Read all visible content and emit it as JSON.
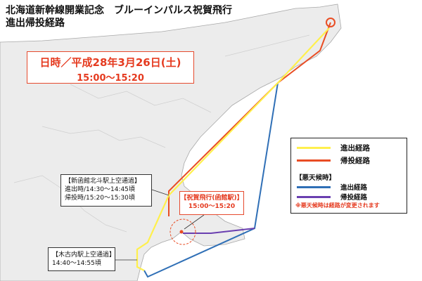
{
  "title_line1": "北海道新幹線開業記念　ブルーインパルス祝賀飛行",
  "title_line2": "進出帰投経路",
  "date_line1": "日時／平成28年3月26日(土)",
  "date_line2": "15:00～15:20",
  "legend": {
    "items": [
      {
        "label": "進出経路",
        "color": "#fff04d"
      },
      {
        "label": "帰投経路",
        "color": "#e94d24"
      }
    ],
    "bad_weather_heading": "【悪天候時】",
    "bad_weather_items": [
      {
        "label": "進出経路",
        "color": "#2f6fb6"
      },
      {
        "label": "帰投経路",
        "color": "#6a3fb0"
      }
    ],
    "note": "※悪天候時は経路が変更されます"
  },
  "callouts": {
    "shin_hakodate": {
      "title": "【新函館北斗駅上空通過】",
      "line1": "進出時/14:30～14:45頃",
      "line2": "帰投時/15:20～15:30頃"
    },
    "kikonai": {
      "title": "【木古内駅上空通過】",
      "line1": "14:40～14:55頃"
    },
    "hakodate": {
      "title": "【祝賀飛行(函館駅)】",
      "time": "15:00～15:20"
    }
  },
  "route_colors": {
    "outbound": "#fff04d",
    "return": "#e94d24",
    "bad_outbound": "#2f6fb6",
    "bad_return": "#6a3fb0"
  }
}
